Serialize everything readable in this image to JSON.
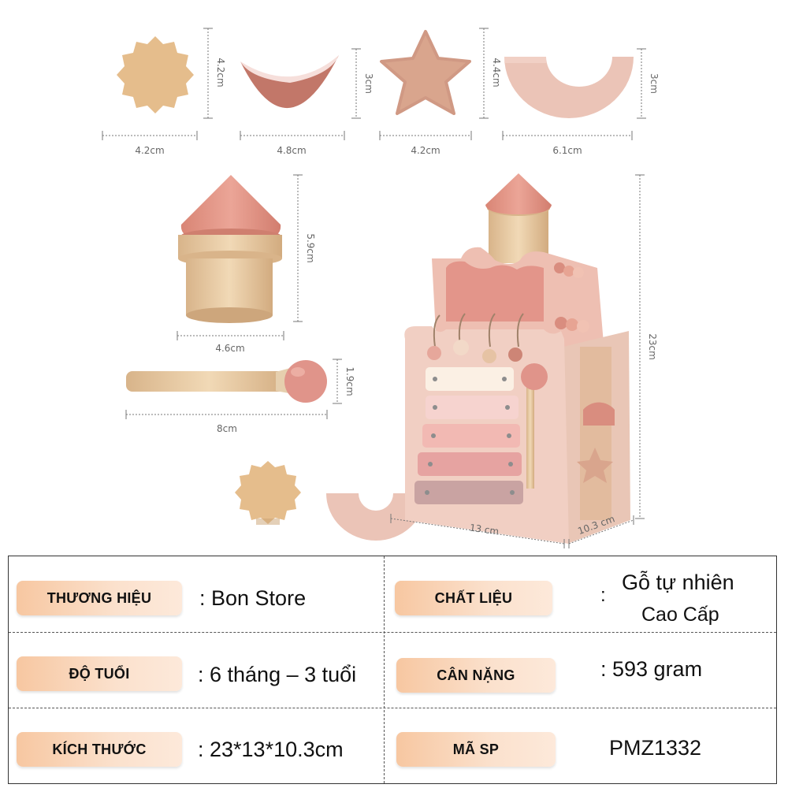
{
  "dimensions": {
    "sun_top_width": "4.2cm",
    "sun_top_height": "4.2cm",
    "moon_width": "4.8cm",
    "moon_height": "3cm",
    "star_width": "4.2cm",
    "star_height": "4.4cm",
    "arc_width": "6.1cm",
    "arc_height": "3cm",
    "tower_width": "4.6cm",
    "tower_height": "5.9cm",
    "mallet_width": "8cm",
    "mallet_height": "1.9cm",
    "toy_height": "23cm",
    "toy_width": "13 cm",
    "toy_depth": "10.3 cm"
  },
  "specs": {
    "brand_label": "THƯƠNG HIỆU",
    "brand_value": ": Bon Store",
    "material_label": "CHẤT LIỆU",
    "material_colon": ":",
    "material_value_line1": "Gỗ tự nhiên",
    "material_value_line2": "Cao Cấp",
    "age_label": "ĐỘ TUỔI",
    "age_value": ": 6 tháng – 3 tuổi",
    "weight_label": "CÂN NẶNG",
    "weight_value": ": 593 gram",
    "size_label": "KÍCH THƯỚC",
    "size_value": ": 23*13*10.3cm",
    "sku_label": "MÃ SP",
    "sku_value": "PMZ1332"
  },
  "colors": {
    "sun": "#e5bd8c",
    "moon": "#c27769",
    "star": "#d9a58d",
    "arc": "#ebc4b7",
    "tower_roof": "#e39485",
    "wood": "#e4c7a0",
    "toy_body": "#f1cfc3",
    "badge": "#f7c7a1"
  }
}
